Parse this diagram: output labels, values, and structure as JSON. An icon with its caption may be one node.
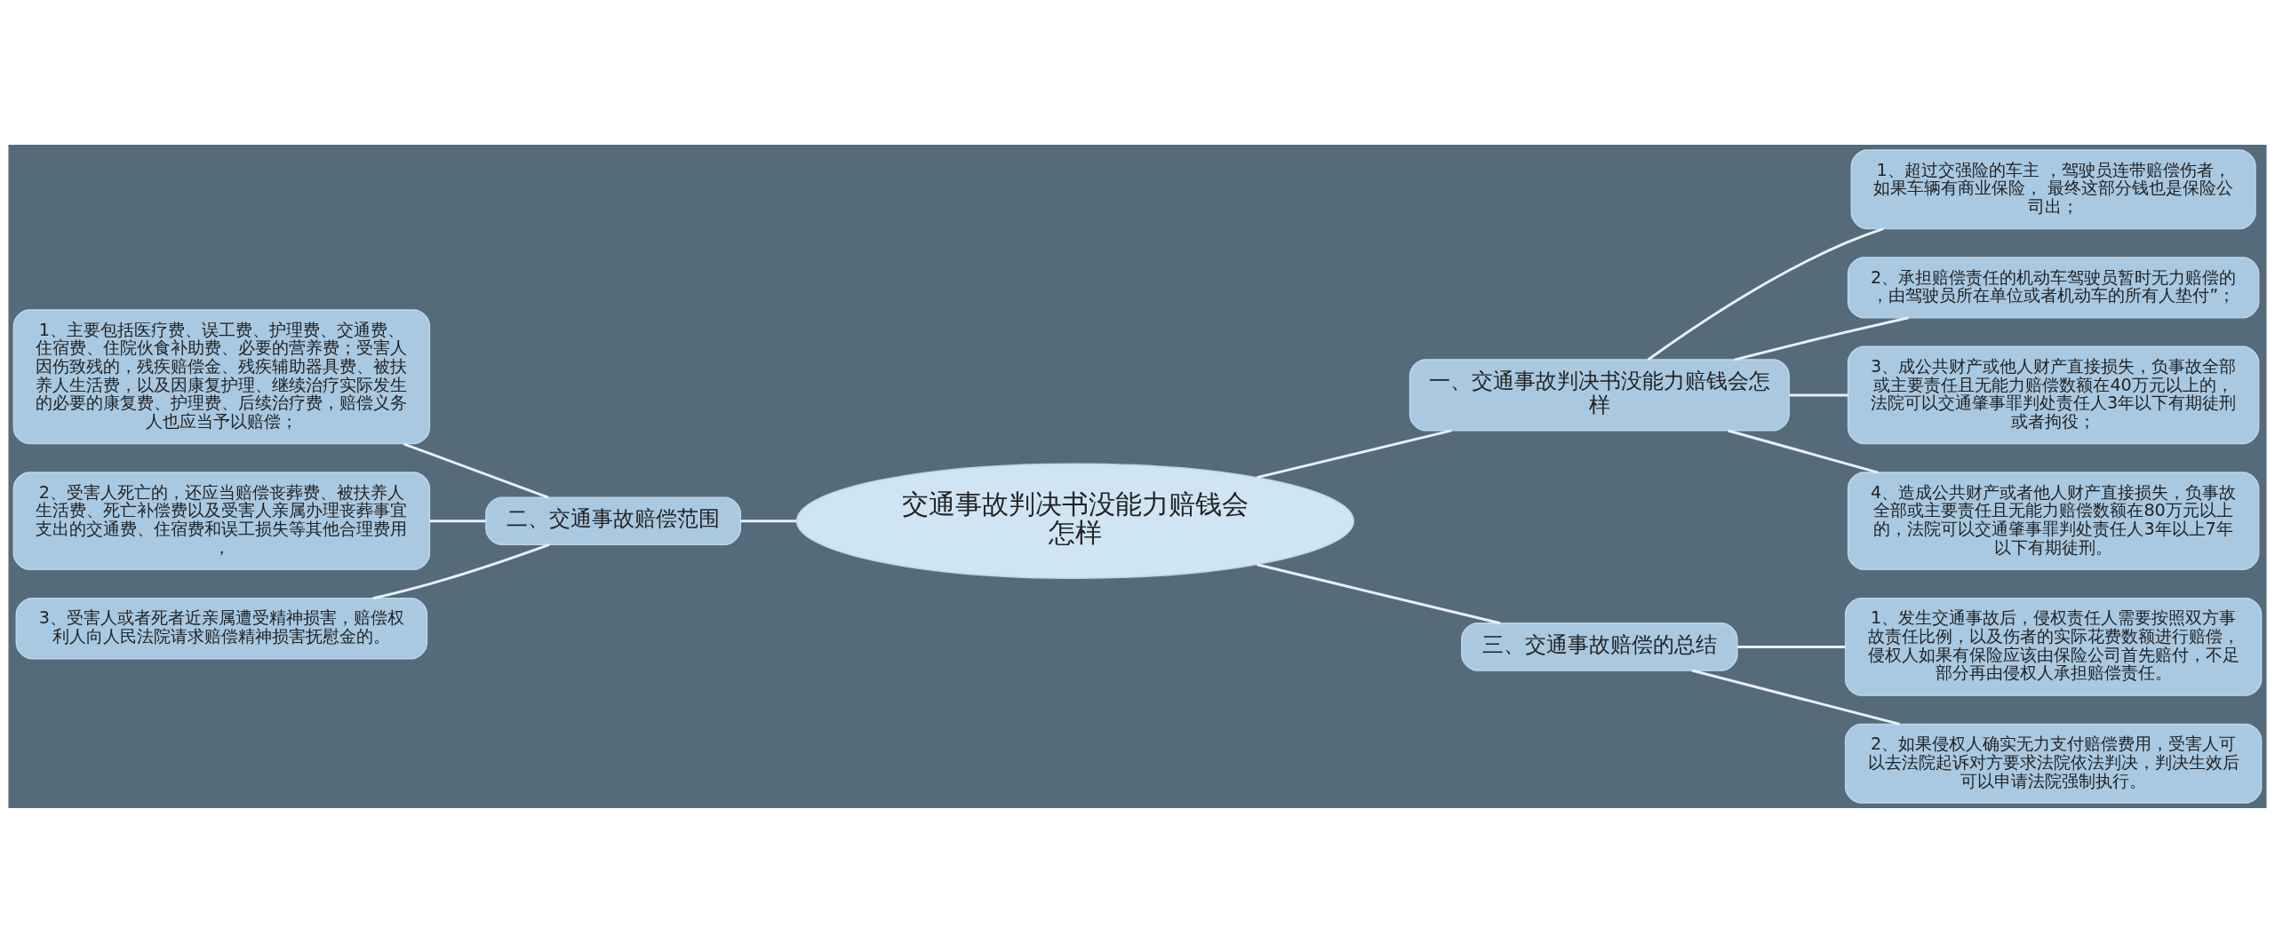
{
  "diagram": {
    "nodes": [
      {
        "text": [
          "交通事故判决书没能力赔钱会怎样"
        ]
      },
      {
        "text": [
          "一、交通事故判决书没能力赔钱会怎样"
        ]
      },
      {
        "text": [
          "1、超过交强险的车主 ，驾驶员连带赔偿伤者，如果车辆有商业保险， 最终这部分钱也是保险公司出；"
        ]
      },
      {
        "text": [
          "2、承担赔偿责任的机动车驾驶员暂时无力赔偿的，由驾驶员所在单位或者机动车的所有人垫付”；"
        ]
      },
      {
        "text": [
          "3、成公共财产或他人财产直接损失，负事故全部或主要责任且无能力赔偿数额在40万元以上的，法院可以交通肇事罪判处责任人3年以下有期徒刑或者拘役；"
        ]
      },
      {
        "text": [
          "4、造成公共财产或者他人财产直接损失，负事故全部或主要责任且无能力赔偿数额在80万元以上的，法院可以交通肇事罪判处责任人3年以上7年以下有期徒刑。"
        ]
      },
      {
        "text": [
          "二、交通事故赔偿范围"
        ]
      },
      {
        "text": [
          "1、主要包括医疗费、误工费、护理费、交通费、住宿费、住院伙食补助费、必要的营养费；受害人因伤致残的，残疾赔偿金、残疾辅助器具费、被扶养人生活费，以及因康复护理、继续治疗实际发生的必要的康复费、护理费、后续治疗费，赔偿义务人也应当予以赔偿；"
        ]
      },
      {
        "text": [
          "2、受害人死亡的，还应当赔偿丧葬费、被扶养人生活费、死亡补偿费以及受害人亲属办理丧葬事宜支出的交通费、住宿费和误工损失等其他合理费用，"
        ]
      },
      {
        "text": [
          "3、受害人或者死者近亲属遭受精神损害，赔偿权利人向人民法院请求赔偿精神损害抚慰金的。"
        ]
      },
      {
        "text": [
          "三、交通事故赔偿的总结"
        ]
      },
      {
        "text": [
          "1、发生交通事故后，侵权责任人需要按照双方事故责任比例，以及伤者的实际花费数额进行赔偿，侵权人如果有保险应该由保险公司首先赔付，不足部分再由侵权人承担赔偿责任。"
        ]
      },
      {
        "text": [
          "2、如果侵权人确实无力支付赔偿费用，受害人可以去法院起诉对方要求法院依法判决，判决生效后可以申请法院强制执行。"
        ]
      }
    ],
    "edges": [
      {
        "from": 0,
        "to": 1,
        "arrow": "none"
      },
      {
        "from": 1,
        "to": 2,
        "arrow": "none"
      },
      {
        "from": 1,
        "to": 3,
        "arrow": "none"
      },
      {
        "from": 1,
        "to": 4,
        "arrow": "none"
      },
      {
        "from": 1,
        "to": 5,
        "arrow": "none"
      },
      {
        "from": 0,
        "to": 6,
        "arrow": "none"
      },
      {
        "from": 6,
        "to": 7,
        "arrow": "none"
      },
      {
        "from": 6,
        "to": 8,
        "arrow": "none"
      },
      {
        "from": 6,
        "to": 9,
        "arrow": "none"
      },
      {
        "from": 0,
        "to": 10,
        "arrow": "none"
      },
      {
        "from": 10,
        "to": 11,
        "arrow": "none"
      },
      {
        "from": 10,
        "to": 12,
        "arrow": "none"
      }
    ]
  }
}
